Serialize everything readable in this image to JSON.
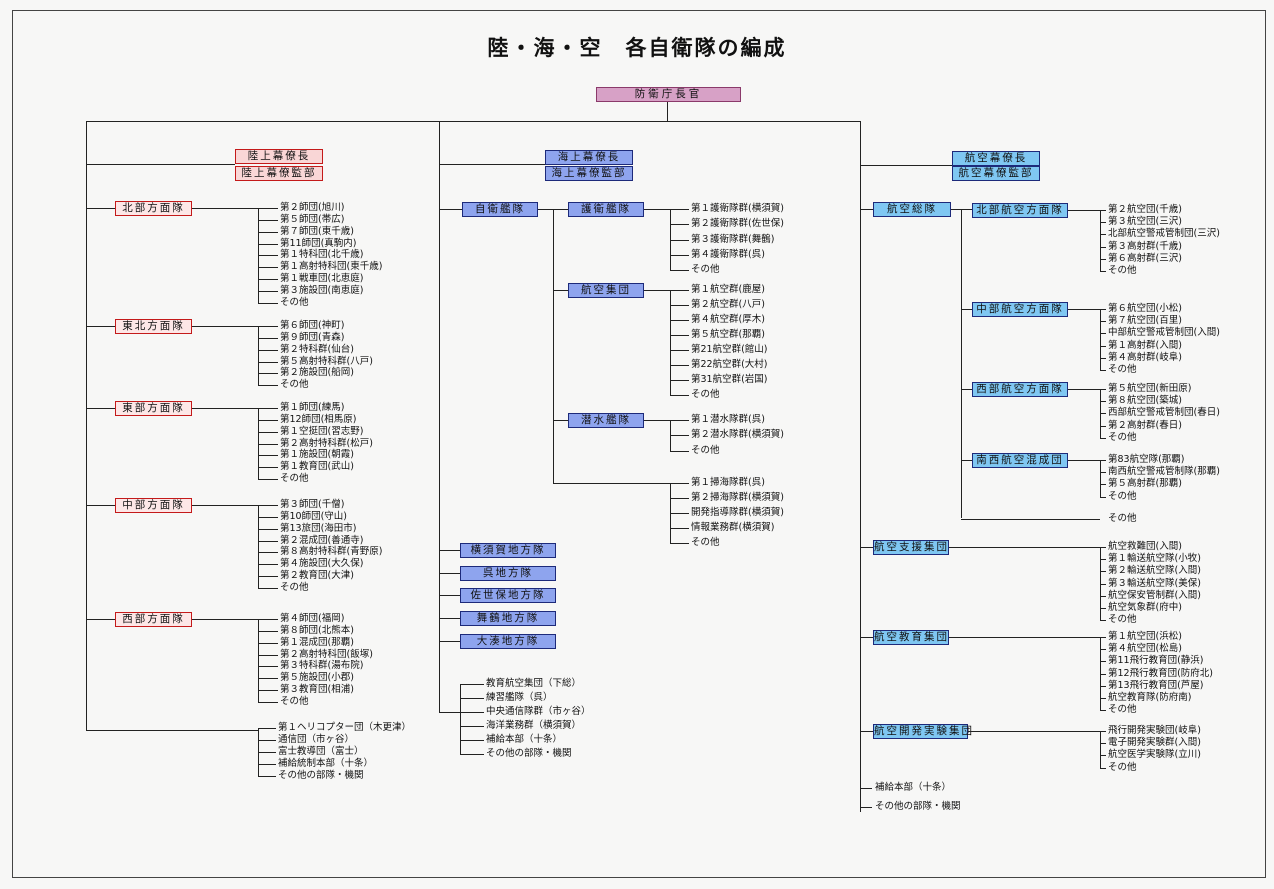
{
  "title": "陸・海・空　各自衛隊の編成",
  "top": "防衛庁長官",
  "colors": {
    "ground": "#c41a1a",
    "maritime": "#8ea4ee",
    "air": "#7fc7f2",
    "minister": "#d7a1c6"
  },
  "ground": {
    "hq": [
      "陸上幕僚長",
      "陸上幕僚監部"
    ],
    "armies": [
      {
        "name": "北部方面隊",
        "units": [
          "第２師団(旭川)",
          "第５師団(帯広)",
          "第７師団(東千歳)",
          "第11師団(真駒内)",
          "第１特科団(北千歳)",
          "第１高射特科団(東千歳)",
          "第１戦車団(北恵庭)",
          "第３施設団(南恵庭)",
          "その他"
        ]
      },
      {
        "name": "東北方面隊",
        "units": [
          "第６師団(神町)",
          "第９師団(青森)",
          "第２特科群(仙台)",
          "第５高射特科群(八戸)",
          "第２施設団(船岡)",
          "その他"
        ]
      },
      {
        "name": "東部方面隊",
        "units": [
          "第１師団(練馬)",
          "第12師団(相馬原)",
          "第１空挺団(習志野)",
          "第２高射特科群(松戸)",
          "第１施設団(朝霞)",
          "第１教育団(武山)",
          "その他"
        ]
      },
      {
        "name": "中部方面隊",
        "units": [
          "第３師団(千僧)",
          "第10師団(守山)",
          "第13旅団(海田市)",
          "第２混成団(善通寺)",
          "第８高射特科群(青野原)",
          "第４施設団(大久保)",
          "第２教育団(大津)",
          "その他"
        ]
      },
      {
        "name": "西部方面隊",
        "units": [
          "第４師団(福岡)",
          "第８師団(北熊本)",
          "第１混成団(那覇)",
          "第２高射特科団(飯塚)",
          "第３特科群(湯布院)",
          "第５施設団(小郡)",
          "第３教育団(相浦)",
          "その他"
        ]
      }
    ],
    "others": [
      "第１ヘリコプター団（木更津）",
      "通信団（市ヶ谷）",
      "富士教導団（富士）",
      "補給統制本部（十条）",
      "その他の部隊・機関"
    ]
  },
  "maritime": {
    "hq": [
      "海上幕僚長",
      "海上幕僚監部"
    ],
    "fleet": "自衛艦隊",
    "groups": [
      {
        "name": "護衛艦隊",
        "units": [
          "第１護衛隊群(横須賀)",
          "第２護衛隊群(佐世保)",
          "第３護衛隊群(舞鶴)",
          "第４護衛隊群(呉)",
          "その他"
        ]
      },
      {
        "name": "航空集団",
        "units": [
          "第１航空群(鹿屋)",
          "第２航空群(八戸)",
          "第４航空群(厚木)",
          "第５航空群(那覇)",
          "第21航空群(館山)",
          "第22航空群(大村)",
          "第31航空群(岩国)",
          "その他"
        ]
      },
      {
        "name": "潜水艦隊",
        "units": [
          "第１潜水隊群(呉)",
          "第２潜水隊群(横須賀)",
          "その他"
        ]
      }
    ],
    "fleet_others": [
      "第１掃海隊群(呉)",
      "第２掃海隊群(横須賀)",
      "開発指導隊群(横須賀)",
      "情報業務群(横須賀)",
      "その他"
    ],
    "districts": [
      "横須賀地方隊",
      "呉地方隊",
      "佐世保地方隊",
      "舞鶴地方隊",
      "大湊地方隊"
    ],
    "others": [
      "教育航空集団（下総）",
      "練習艦隊（呉）",
      "中央通信隊群（市ヶ谷）",
      "海洋業務群（横須賀）",
      "補給本部（十条）",
      "その他の部隊・機関"
    ]
  },
  "air": {
    "hq": [
      "航空幕僚長",
      "航空幕僚監部"
    ],
    "defense": "航空総隊",
    "forces": [
      {
        "name": "北部航空方面隊",
        "units": [
          "第２航空団(千歳)",
          "第３航空団(三沢)",
          "北部航空警戒管制団(三沢)",
          "第３高射群(千歳)",
          "第６高射群(三沢)",
          "その他"
        ]
      },
      {
        "name": "中部航空方面隊",
        "units": [
          "第６航空団(小松)",
          "第７航空団(百里)",
          "中部航空警戒管制団(入間)",
          "第１高射群(入間)",
          "第４高射群(岐阜)",
          "その他"
        ]
      },
      {
        "name": "西部航空方面隊",
        "units": [
          "第５航空団(新田原)",
          "第８航空団(築城)",
          "西部航空警戒管制団(春日)",
          "第２高射群(春日)",
          "その他"
        ]
      },
      {
        "name": "南西航空混成団",
        "units": [
          "第83航空隊(那覇)",
          "南西航空警戒管制隊(那覇)",
          "第５高射群(那覇)",
          "その他"
        ]
      }
    ],
    "defense_other": "その他",
    "commands": [
      {
        "name": "航空支援集団",
        "units": [
          "航空救難団(入間)",
          "第１輸送航空隊(小牧)",
          "第２輸送航空隊(入間)",
          "第３輸送航空隊(美保)",
          "航空保安管制群(入間)",
          "航空気象群(府中)",
          "その他"
        ]
      },
      {
        "name": "航空教育集団",
        "units": [
          "第１航空団(浜松)",
          "第４航空団(松島)",
          "第11飛行教育団(静浜)",
          "第12飛行教育団(防府北)",
          "第13飛行教育団(芦屋)",
          "航空教育隊(防府南)",
          "その他"
        ]
      },
      {
        "name": "航空開発実験集団",
        "units": [
          "飛行開発実験団(岐阜)",
          "電子開発実験群(入間)",
          "航空医学実験隊(立川)",
          "その他"
        ]
      }
    ],
    "others": [
      "補給本部（十条）",
      "その他の部隊・機関"
    ]
  }
}
